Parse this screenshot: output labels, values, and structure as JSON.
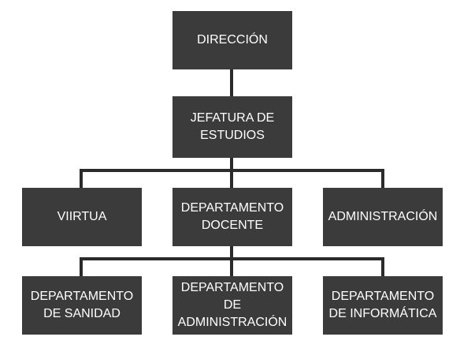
{
  "org_chart": {
    "direccion": "DIRECCIÓN",
    "jefatura": "JEFATURA DE\nESTUDIOS",
    "viirtua": "VIIRTUA",
    "departamento_docente": "DEPARTAMENTO\nDOCENTE",
    "administracion": "ADMINISTRACIÓN",
    "departamento_sanidad": "DEPARTAMENTO\nDE SANIDAD",
    "departamento_administracion": "DEPARTAMENTO\nDE\nADMINISTRACIÓN",
    "departamento_informatica": "DEPARTAMENTO\nDE INFORMÁTICA"
  },
  "colors": {
    "box_fill": "#3b3b3b",
    "box_text": "#ffffff",
    "connector": "#2b2b2b"
  }
}
